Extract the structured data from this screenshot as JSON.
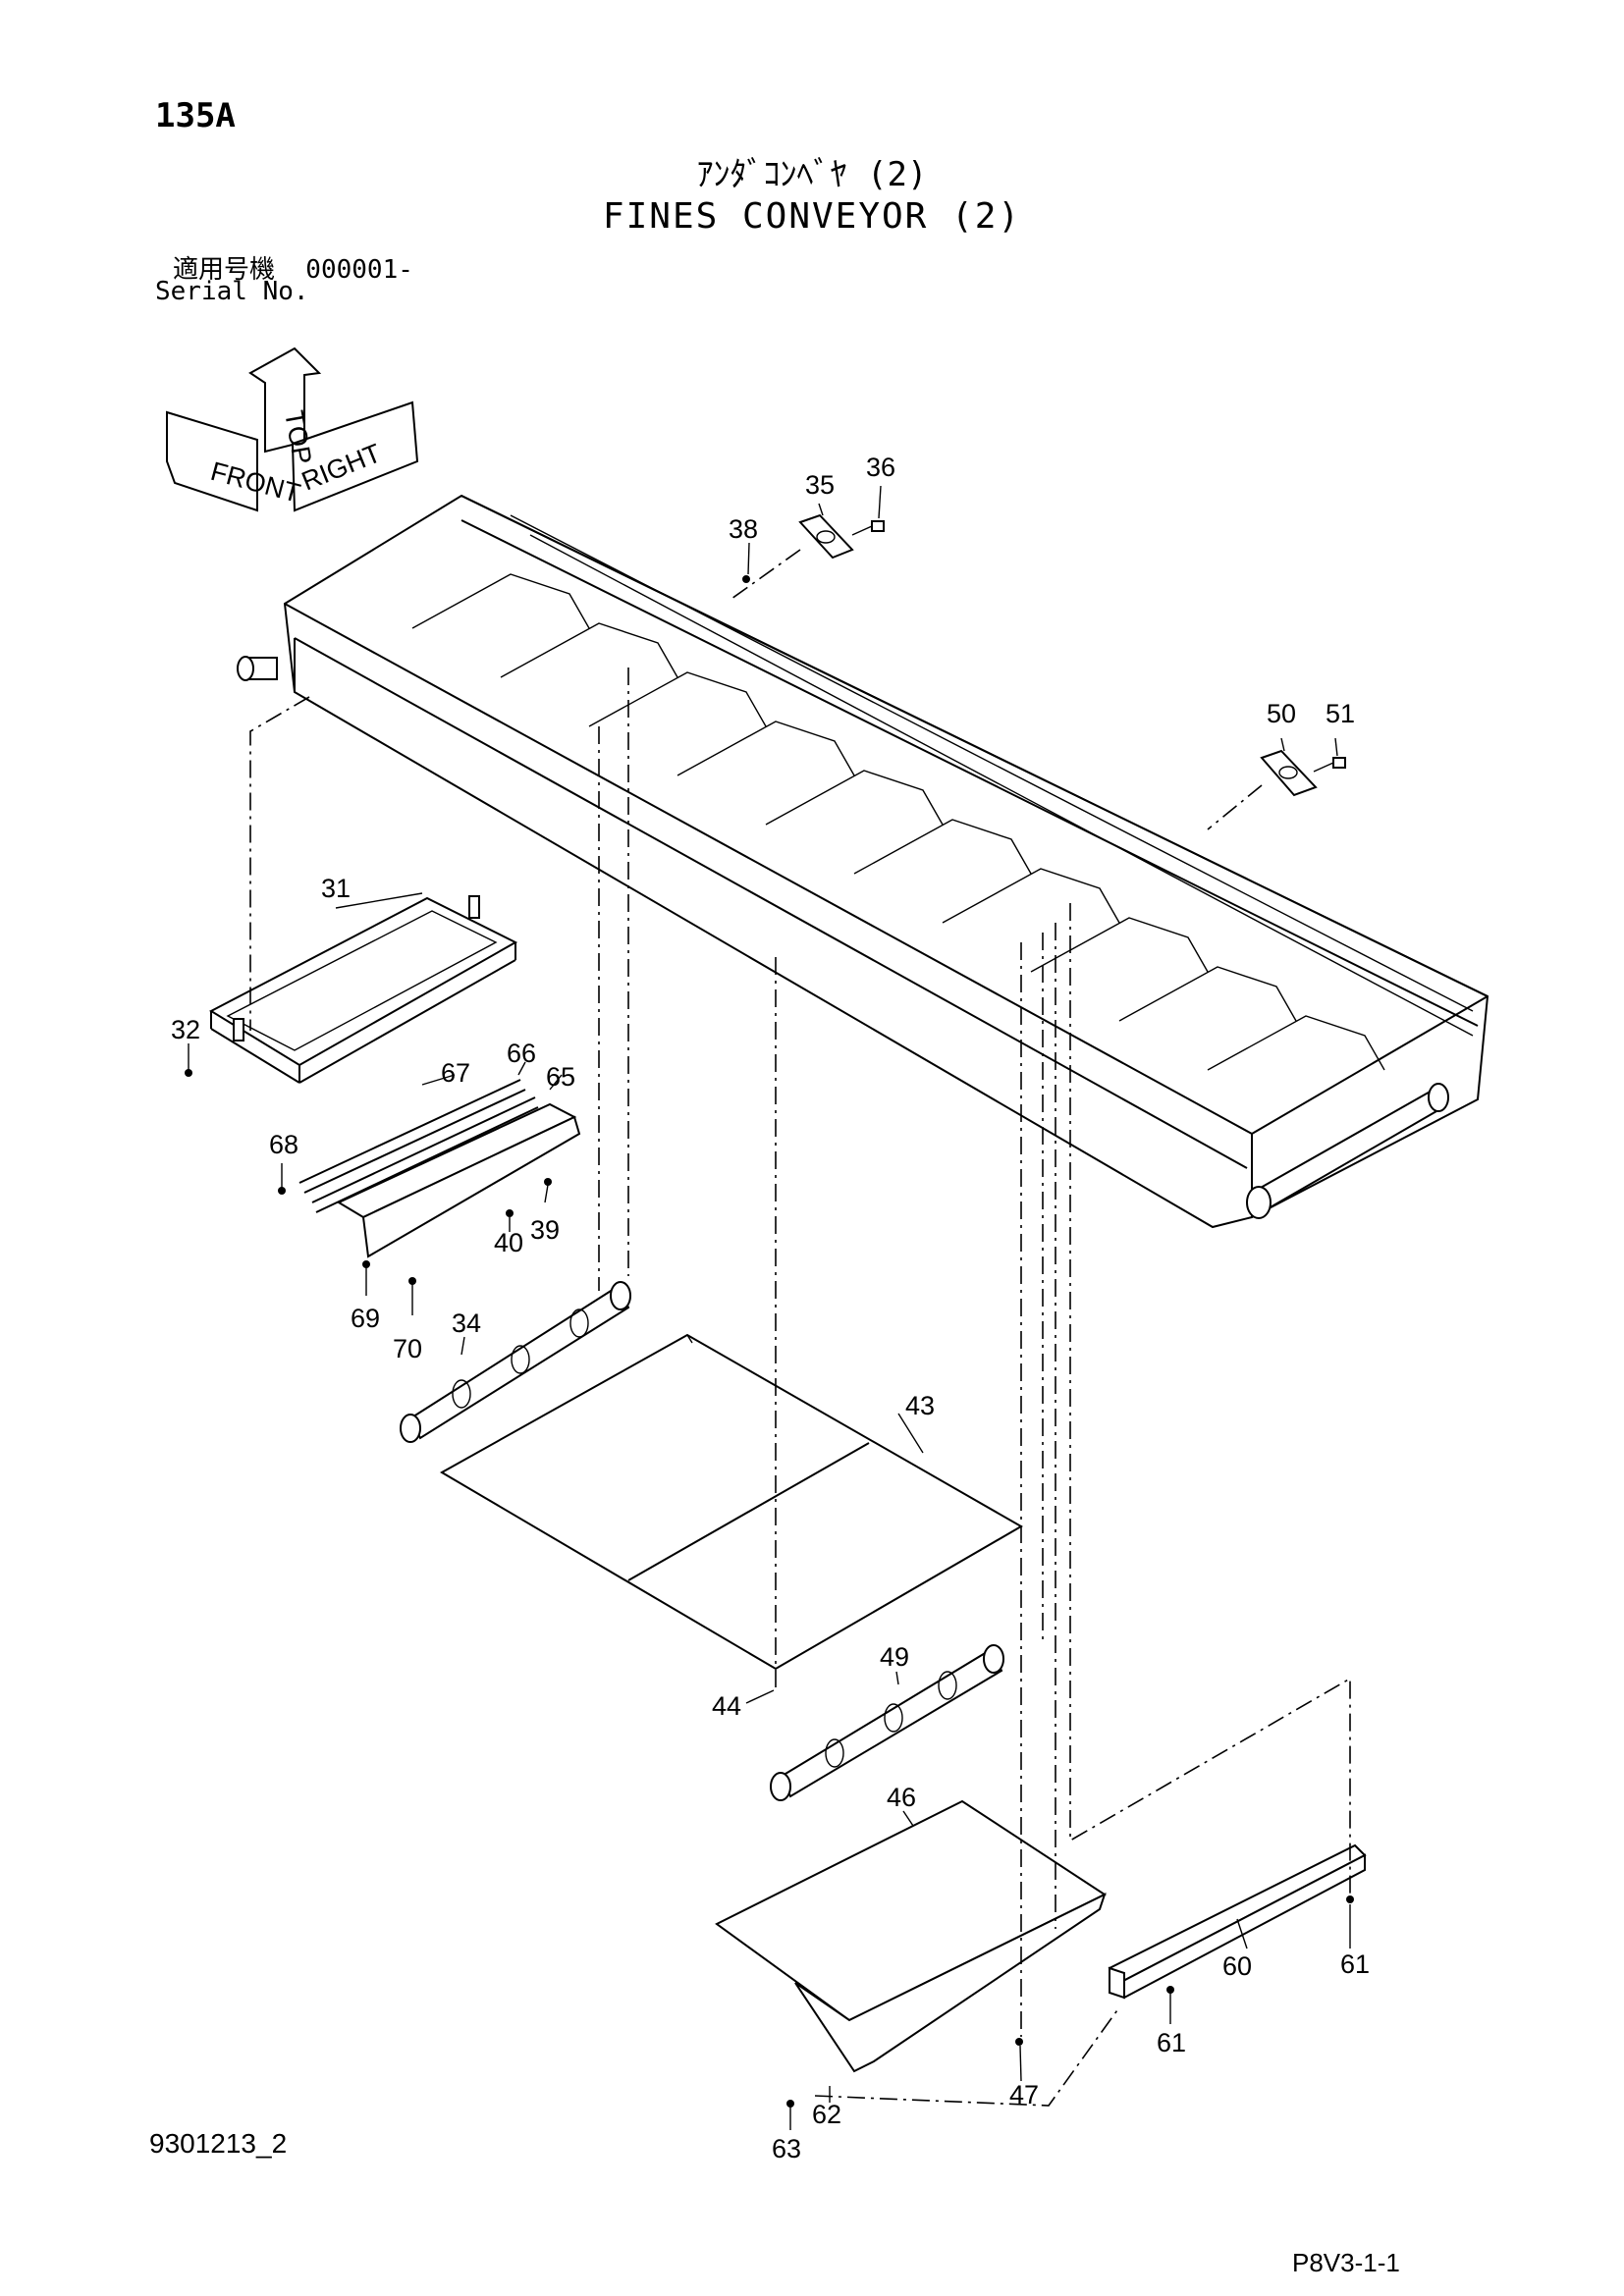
{
  "header": {
    "page_number": "135A",
    "title_jp": "ｱﾝﾀﾞｺﾝﾍﾞﾔ (2)",
    "title_en": "FINES CONVEYOR (2)",
    "serial_label_jp": "適用号機  000001-",
    "serial_label_en": "Serial No."
  },
  "orientation": {
    "top": "TOP",
    "front": "FRONT",
    "right": "RIGHT"
  },
  "callouts": {
    "c31": "31",
    "c32": "32",
    "c34": "34",
    "c35": "35",
    "c36": "36",
    "c38": "38",
    "c39": "39",
    "c40": "40",
    "c43": "43",
    "c44": "44",
    "c46": "46",
    "c47": "47",
    "c49": "49",
    "c50": "50",
    "c51": "51",
    "c60": "60",
    "c61a": "61",
    "c61b": "61",
    "c62": "62",
    "c63": "63",
    "c65": "65",
    "c66": "66",
    "c67": "67",
    "c68": "68",
    "c69": "69",
    "c70": "70"
  },
  "footer": {
    "drawing_number": "9301213_2",
    "page_code": "P8V3-1-1"
  }
}
